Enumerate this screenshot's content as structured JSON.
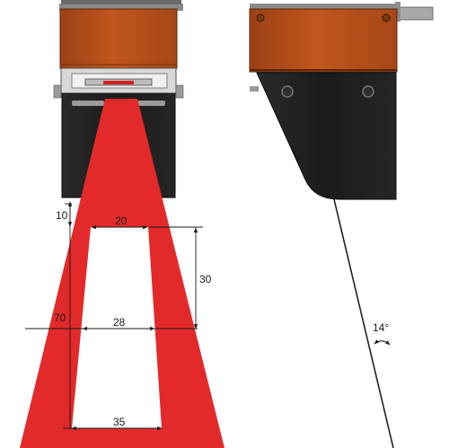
{
  "figure": {
    "dimensions": {
      "top_offset": "10",
      "inner_top_width": "20",
      "inner_height": "30",
      "total_height": "70",
      "mid_width": "28",
      "inner_bottom_width": "35"
    },
    "angle_label": "14°"
  },
  "colors": {
    "housing_orange": "#b8501c",
    "housing_black": "#1c1c1c",
    "beam_red": "#e32a2a",
    "dimension_line": "#1a1a1a"
  }
}
